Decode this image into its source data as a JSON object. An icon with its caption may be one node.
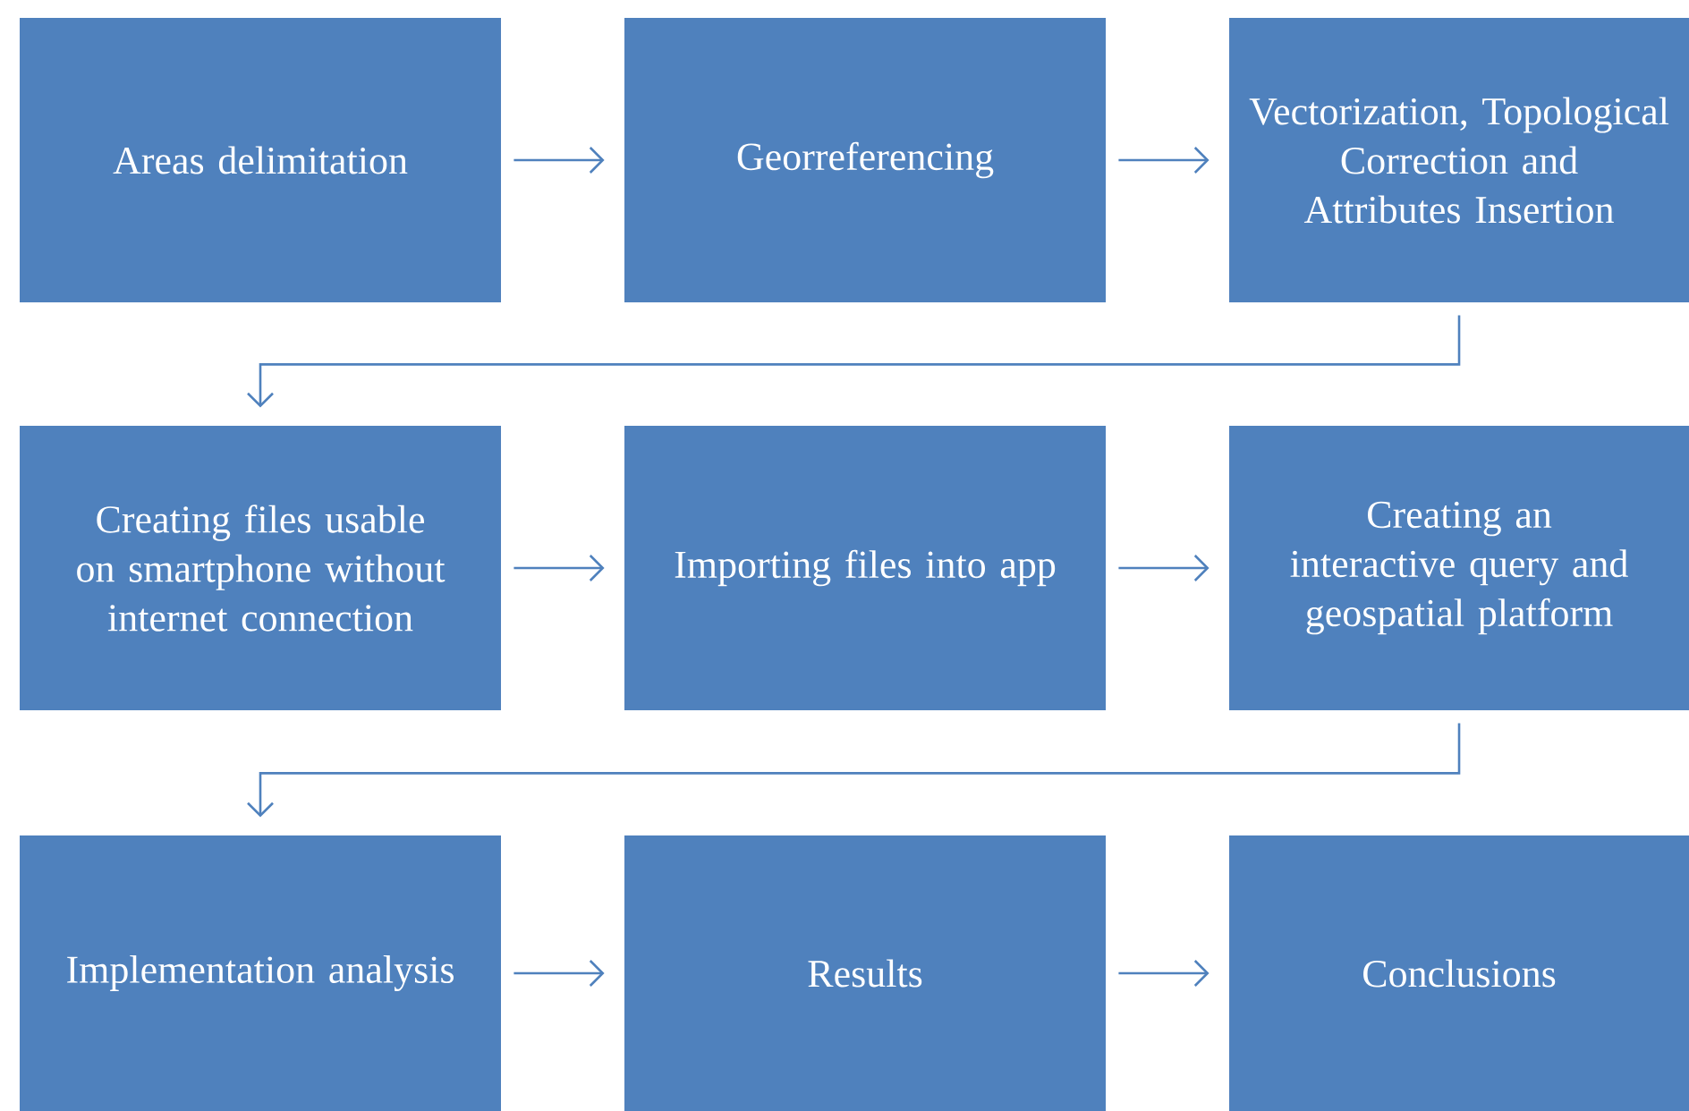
{
  "diagram": {
    "nodes": [
      {
        "text": [
          "Areas delimitation"
        ]
      },
      {
        "text": [
          "Georreferencing"
        ]
      },
      {
        "text": [
          "Vectorization, Topological Correction and Attributes Insertion"
        ]
      },
      {
        "text": [
          "Creating files usable on smartphone without internet connection"
        ]
      },
      {
        "text": [
          "Importing files into app"
        ]
      },
      {
        "text": [
          "Creating an interactive query and geospatial platform"
        ]
      },
      {
        "text": [
          "Implementation analysis"
        ]
      },
      {
        "text": [
          "Results"
        ]
      },
      {
        "text": [
          "Conclusions"
        ]
      }
    ],
    "edges": [
      {
        "from": 0,
        "to": 1,
        "arrow": "to"
      },
      {
        "from": 1,
        "to": 2,
        "arrow": "to"
      },
      {
        "from": 2,
        "to": 3,
        "arrow": "to"
      },
      {
        "from": 3,
        "to": 4,
        "arrow": "to"
      },
      {
        "from": 4,
        "to": 5,
        "arrow": "to"
      },
      {
        "from": 5,
        "to": 6,
        "arrow": "to"
      },
      {
        "from": 6,
        "to": 7,
        "arrow": "to"
      },
      {
        "from": 7,
        "to": 8,
        "arrow": "to"
      }
    ]
  }
}
